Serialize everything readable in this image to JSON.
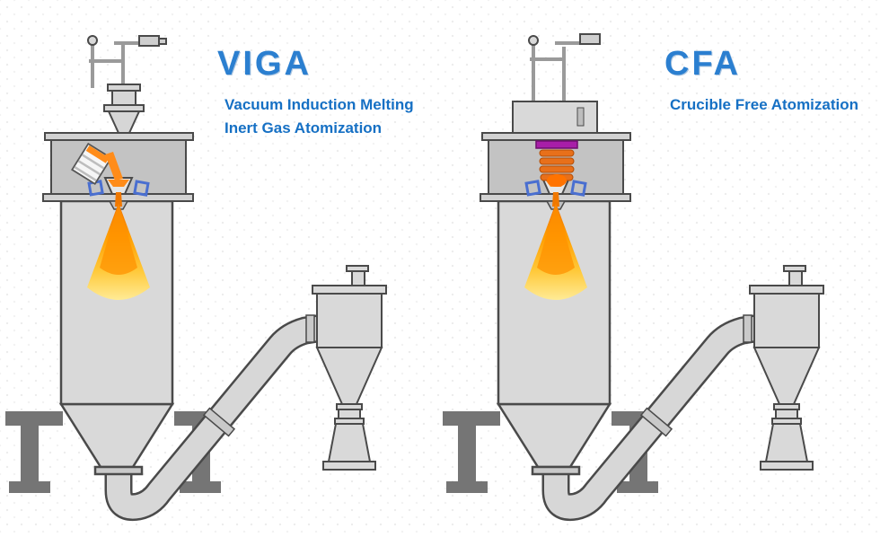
{
  "page": {
    "background_color": "#ffffff"
  },
  "viga": {
    "title": "VIGA",
    "subtitle_lines": [
      "Vacuum Induction Melting",
      "Inert Gas Atomization"
    ]
  },
  "cfa": {
    "title": "CFA",
    "subtitle_lines": [
      "Crucible Free Atomization"
    ]
  },
  "colors": {
    "title_blue": "#2b7fd0",
    "subtitle_blue": "#1670c4",
    "machine_gray": "#d9d9d9",
    "chamber_gray": "#c3c3c3",
    "outline_gray": "#4a4a4a",
    "support_gray": "#757575",
    "spray_orange": "#ff9d00",
    "spray_yellow": "#ffeb96",
    "melt_orange": "#ff8c1a",
    "coil_orange": "#e8701a",
    "plate_purple": "#a81ea8",
    "gas_nozzle_blue": "#4a6fd0"
  }
}
